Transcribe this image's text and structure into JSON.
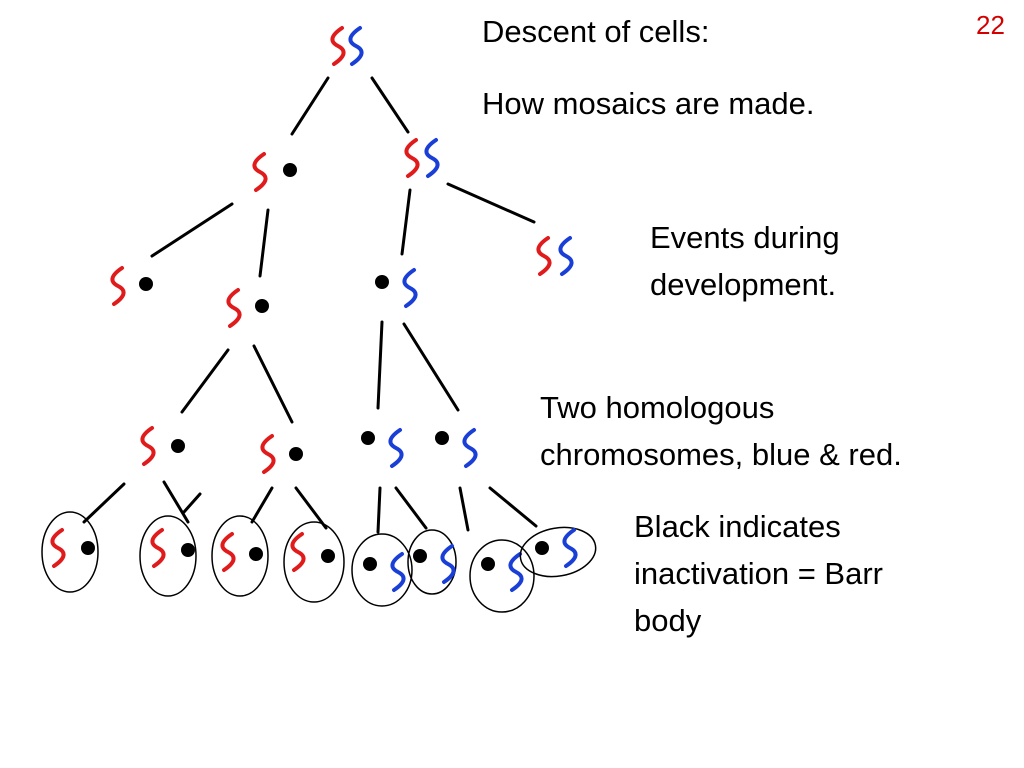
{
  "slide_number": "22",
  "texts": {
    "title": "Descent of cells:",
    "subtitle": "How mosaics are made.",
    "events": "Events during\ndevelopment.",
    "chromosomes": "Two homologous\nchromosomes, blue & red.",
    "black": "Black indicates\ninactivation = Barr\nbody"
  },
  "colors": {
    "red_chromosome": "#e01b1b",
    "blue_chromosome": "#1a3fd6",
    "barr_body": "#000000",
    "slide_number": "#d40000"
  }
}
